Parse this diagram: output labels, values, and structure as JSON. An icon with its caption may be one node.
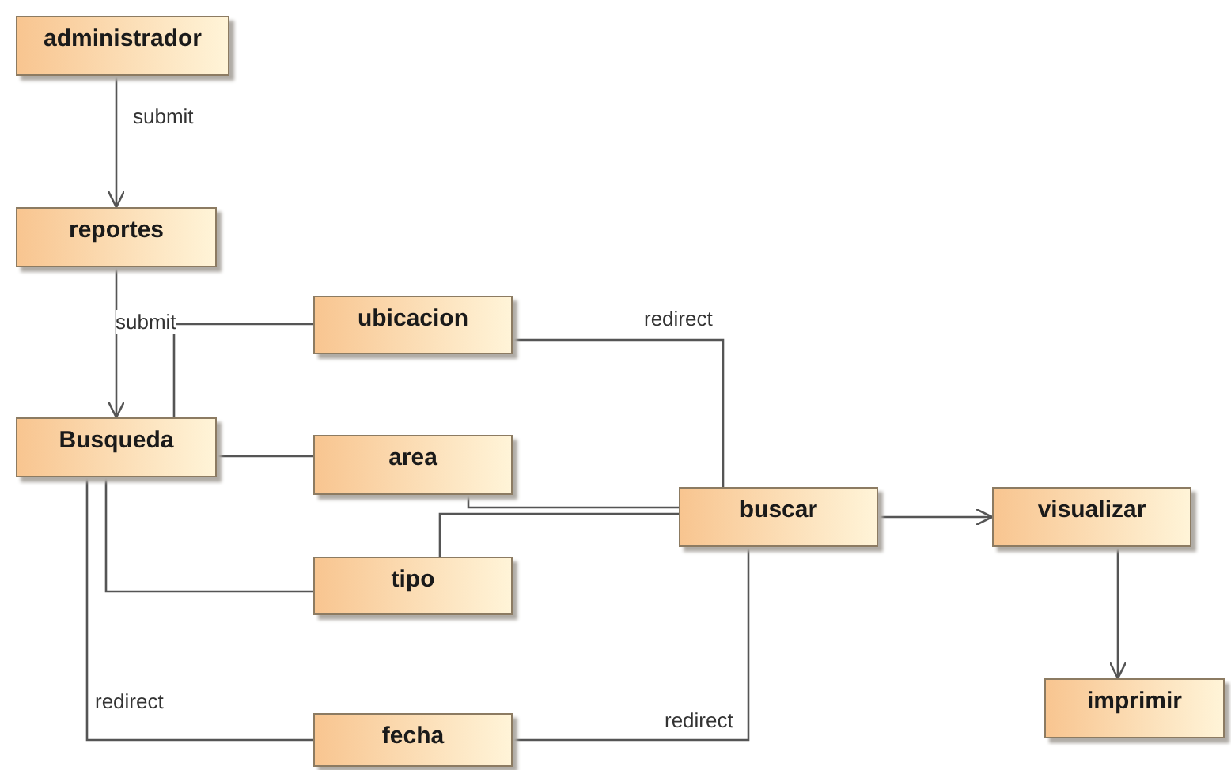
{
  "diagram": {
    "nodes": [
      {
        "text": [
          "administrador"
        ]
      },
      {
        "text": [
          "reportes"
        ]
      },
      {
        "text": [
          "Busqueda"
        ]
      },
      {
        "text": [
          "ubicacion"
        ]
      },
      {
        "text": [
          "area"
        ]
      },
      {
        "text": [
          "tipo"
        ]
      },
      {
        "text": [
          "buscar"
        ]
      },
      {
        "text": [
          "visualizar"
        ]
      },
      {
        "text": [
          "fecha"
        ]
      },
      {
        "text": [
          "imprimir"
        ]
      }
    ],
    "edges": [
      {
        "from": 0,
        "to": 1,
        "arrow": "to",
        "label": "submit"
      },
      {
        "from": 1,
        "to": 2,
        "arrow": "to",
        "label": "submit"
      },
      {
        "from": 2,
        "to": 3,
        "arrow": "none"
      },
      {
        "from": 2,
        "to": 4,
        "arrow": "none"
      },
      {
        "from": 2,
        "to": 5,
        "arrow": "none"
      },
      {
        "from": 2,
        "to": 8,
        "arrow": "none",
        "label": "redirect"
      },
      {
        "from": 3,
        "to": 6,
        "arrow": "none",
        "label": "redirect"
      },
      {
        "from": 4,
        "to": 6,
        "arrow": "none"
      },
      {
        "from": 5,
        "to": 6,
        "arrow": "none"
      },
      {
        "from": 8,
        "to": 6,
        "arrow": "none",
        "label": "redirect"
      },
      {
        "from": 6,
        "to": 7,
        "arrow": "to"
      },
      {
        "from": 7,
        "to": 9,
        "arrow": "to"
      }
    ]
  }
}
